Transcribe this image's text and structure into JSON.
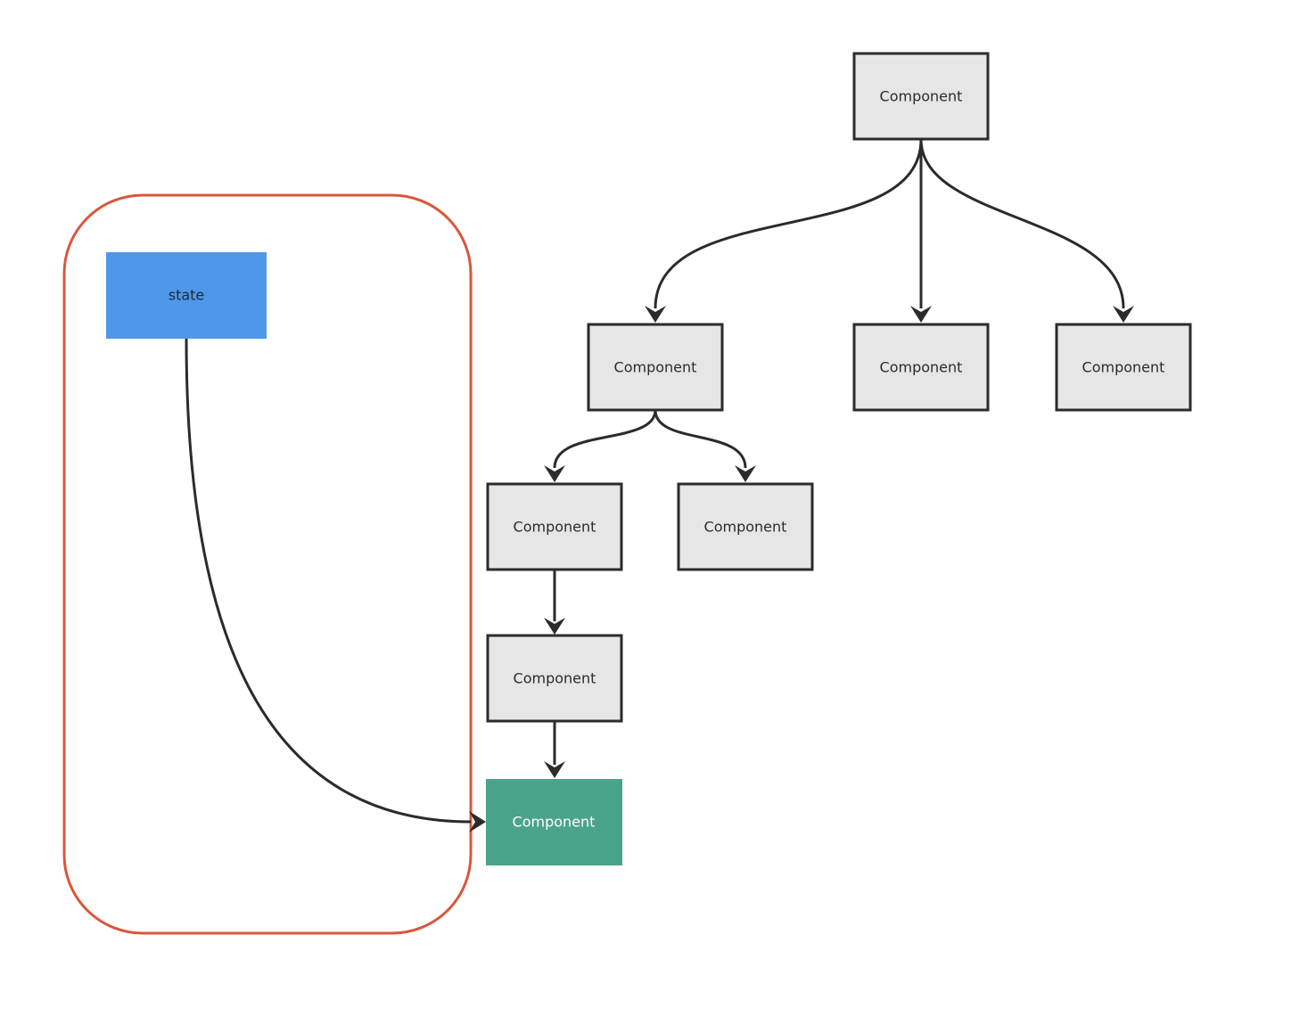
{
  "diagram": {
    "nodes": {
      "root": {
        "label": "Component",
        "style": "plain"
      },
      "mid_left": {
        "label": "Component",
        "style": "plain"
      },
      "mid_center": {
        "label": "Component",
        "style": "plain"
      },
      "mid_right": {
        "label": "Component",
        "style": "plain"
      },
      "low_left": {
        "label": "Component",
        "style": "plain"
      },
      "low_right": {
        "label": "Component",
        "style": "plain"
      },
      "deep": {
        "label": "Component",
        "style": "plain"
      },
      "target": {
        "label": "Component",
        "style": "highlight"
      },
      "state": {
        "label": "state",
        "style": "state"
      }
    },
    "edges": [
      {
        "from": "root",
        "to": "mid_left"
      },
      {
        "from": "root",
        "to": "mid_center"
      },
      {
        "from": "root",
        "to": "mid_right"
      },
      {
        "from": "mid_left",
        "to": "low_left"
      },
      {
        "from": "mid_left",
        "to": "low_right"
      },
      {
        "from": "low_left",
        "to": "deep"
      },
      {
        "from": "deep",
        "to": "target"
      },
      {
        "from": "state",
        "to": "target"
      }
    ],
    "group": {
      "contains": [
        "state"
      ]
    }
  },
  "colors": {
    "node_fill": "#e6e6e6",
    "node_stroke": "#2b2b2b",
    "node_text": "#2b2b2b",
    "state_fill": "#4f97e8",
    "state_text": "#1b2a3a",
    "highlight_fill": "#4aa38b",
    "highlight_text": "#ffffff",
    "edge": "#2b2b2b",
    "group_stroke": "#d9573d"
  }
}
